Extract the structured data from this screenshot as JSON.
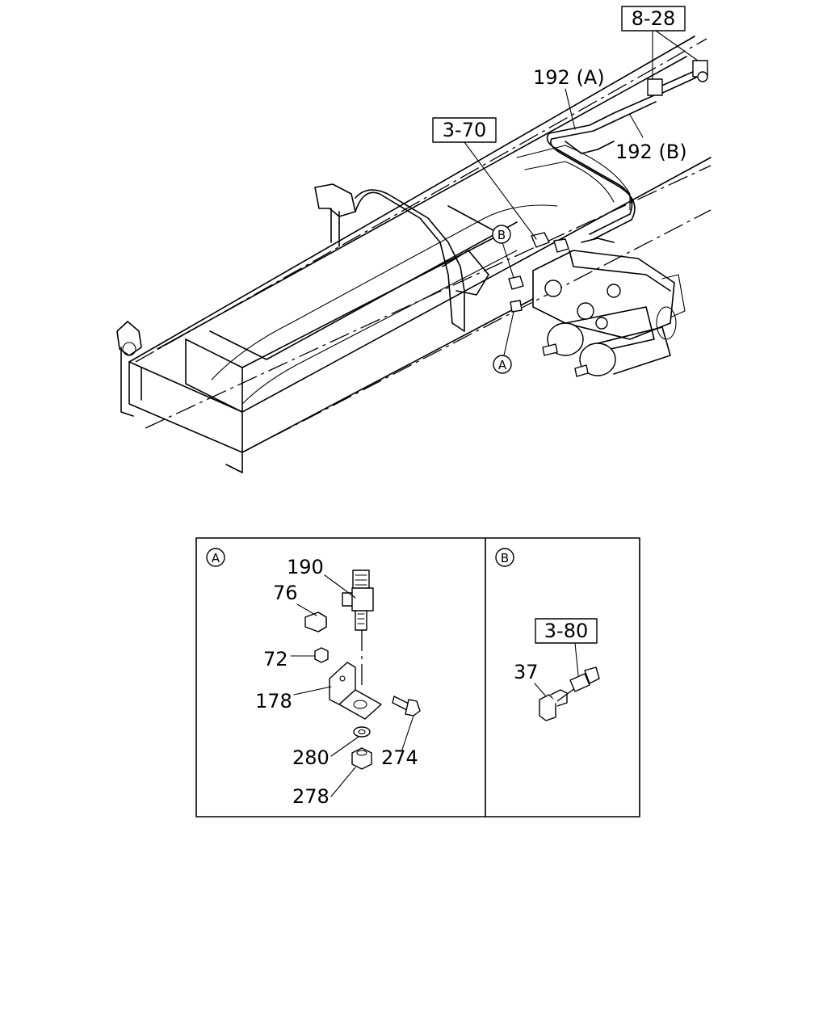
{
  "refs": {
    "ref_8_28": "8-28",
    "ref_3_70": "3-70",
    "ref_3_80": "3-80"
  },
  "callouts": {
    "p192a": "192 (A)",
    "p192b": "192 (B)",
    "p190": "190",
    "p76": "76",
    "p72": "72",
    "p178": "178",
    "p280": "280",
    "p274": "274",
    "p278": "278",
    "p37": "37"
  },
  "markers": {
    "a": "A",
    "b": "B"
  },
  "panels": {
    "detail_a_marker": "A",
    "detail_b_marker": "B"
  }
}
